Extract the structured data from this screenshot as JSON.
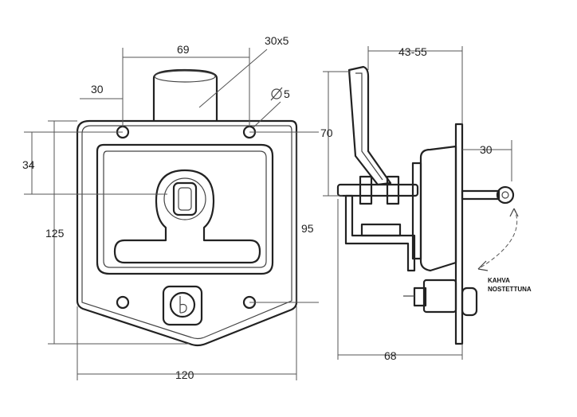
{
  "front_view": {
    "dim_width_top": "69",
    "dim_handle": "30x5",
    "dim_offset_top": "30",
    "dim_hole": "5",
    "dim_height_left_small": "34",
    "dim_height_left": "125",
    "dim_height_right": "95",
    "dim_width_bottom": "120"
  },
  "side_view": {
    "dim_top": "43-55",
    "dim_height": "70",
    "dim_right": "30",
    "dim_bottom": "68",
    "note_line1": "KAHVA",
    "note_line2": "NOSTETTUNA"
  },
  "colors": {
    "line": "#222222",
    "background": "#ffffff"
  }
}
